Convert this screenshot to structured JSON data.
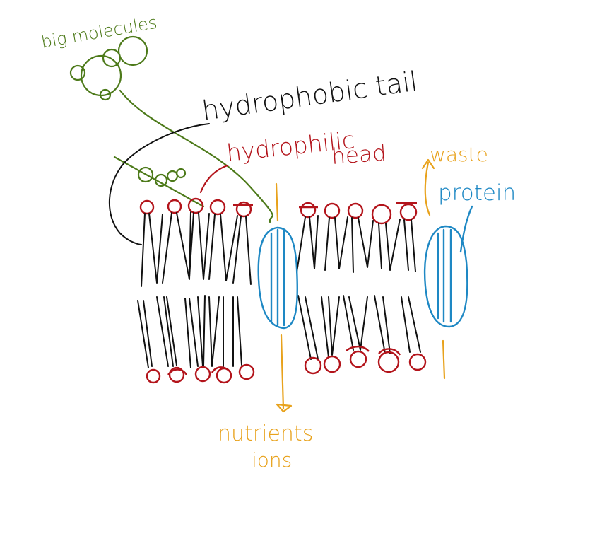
{
  "labels": {
    "big_molecules": "big molecules",
    "hydrophobic_tail": "hydrophobic tail",
    "hydrophilic": "hydrophilic",
    "head": "head",
    "waste": "waste",
    "protein": "protein",
    "nutrients": "nutrients",
    "ions": "ions"
  },
  "colors": {
    "ink": "#111111",
    "head": "#b3141b",
    "green": "#4d7a1a",
    "orange": "#e8a21c",
    "blue": "#1e88c4"
  }
}
